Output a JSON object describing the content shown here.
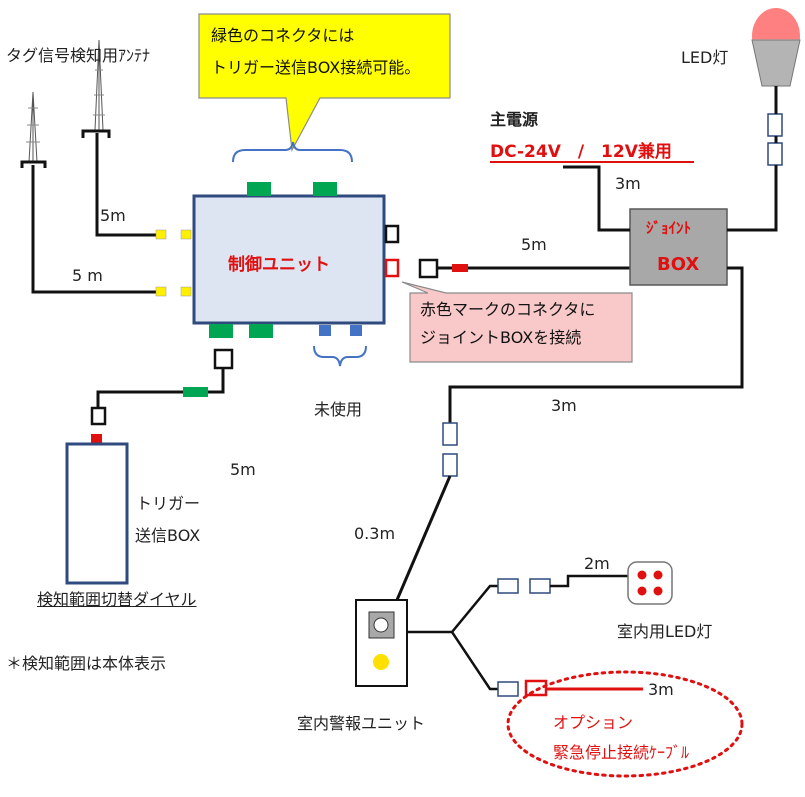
{
  "callout_top": {
    "line1": "緑色のコネクタには",
    "line2": "トリガー送信BOX接続可能。"
  },
  "callout_red": {
    "line1": "赤色マークのコネクタに",
    "line2": "ジョイントBOXを接続"
  },
  "antenna_label": "タグ信号検知用ｱﾝﾃﾅ",
  "control_unit": "制御ユニット",
  "joint_box": {
    "line1": "ｼﾞｮｲﾝﾄ",
    "line2": "BOX"
  },
  "power": {
    "title": "主電源",
    "spec": "DC-24V　/　12V兼用"
  },
  "led_light": "LED灯",
  "unused": "未使用",
  "trigger_box": {
    "line1": "トリガー",
    "line2": "送信BOX"
  },
  "dial_label": "検知範囲切替ダイヤル",
  "note": "＊検知範囲は本体表示",
  "alarm_unit": "室内警報ユニット",
  "indoor_led": "室内用LED灯",
  "option": {
    "line1": "オプション",
    "line2": "緊急停止接続ｹｰﾌﾞﾙ"
  },
  "lengths": {
    "antenna1": "5m",
    "antenna2": "5 m",
    "power_cable": "3m",
    "joint_to_control": "5m",
    "joint_to_alarm": "3m",
    "trigger_cable": "5m",
    "alarm_drop": "0.3m",
    "indoor_led_cable": "2m",
    "option_cable": "3m"
  },
  "colors": {
    "control_fill": "#dde5f3",
    "control_border": "#2e4a7e",
    "joint_fill": "#a8a8a8",
    "green_connector": "#00a651",
    "yellow_connector": "#ffef00",
    "blue_connector": "#4472c4",
    "red_accent": "#e01010",
    "callout_yellow": "#ffff00",
    "callout_pink": "#f9c9c9"
  }
}
